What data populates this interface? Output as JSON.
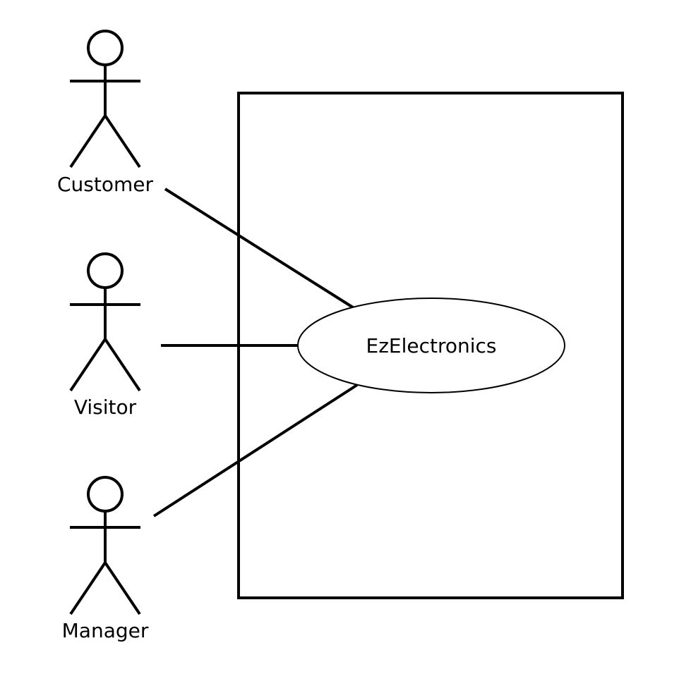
{
  "colors": {
    "stroke": "#000000",
    "background": "#ffffff"
  },
  "actors": [
    {
      "id": "customer",
      "label": "Customer"
    },
    {
      "id": "visitor",
      "label": "Visitor"
    },
    {
      "id": "manager",
      "label": "Manager"
    }
  ],
  "use_case": {
    "label": "EzElectronics"
  }
}
